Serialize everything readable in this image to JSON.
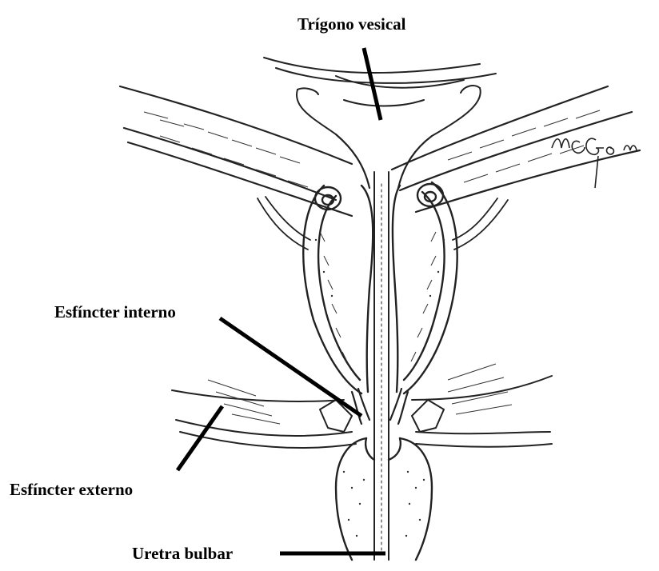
{
  "labels": {
    "trigono_vesical": "Trígono vesical",
    "esfinter_interno": "Esfíncter interno",
    "esfinter_externo": "Esfíncter externo",
    "uretra_bulbar": "Uretra bulbar"
  },
  "signature": "M C Gom"
}
